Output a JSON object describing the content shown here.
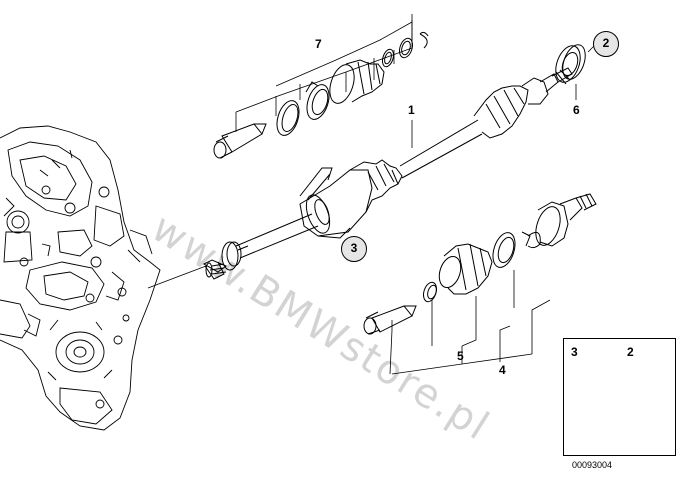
{
  "callouts": {
    "c1": "1",
    "c4": "4",
    "c5": "5",
    "c6": "6",
    "c7": "7",
    "circle2": "2",
    "circle3": "3"
  },
  "legend": {
    "item3": "3",
    "item2": "2"
  },
  "watermark": "www.BMWstore.pl",
  "diagram_id": "00093004"
}
